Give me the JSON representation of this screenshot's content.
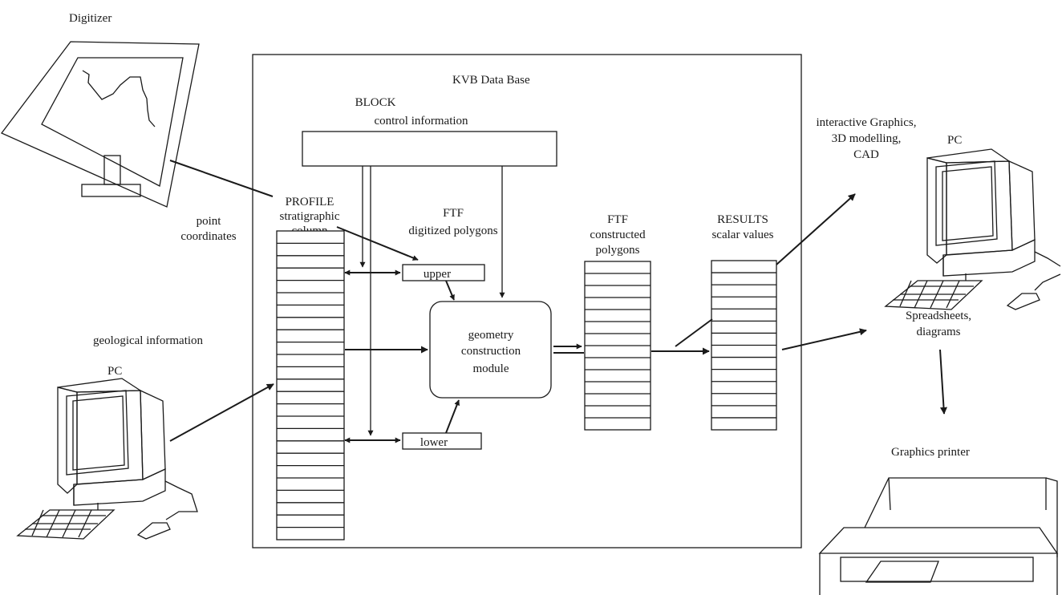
{
  "labels": {
    "digitizer": "Digitizer",
    "kvb": "KVB Data Base",
    "block_title": "BLOCK",
    "block_sub": "control information",
    "profile_title": "PROFILE",
    "profile_sub1": "stratigraphic",
    "profile_sub2": "column",
    "point1": "point",
    "point2": "coordinates",
    "ftf1_title": "FTF",
    "ftf1_sub": "digitized polygons",
    "upper": "upper",
    "lower": "lower",
    "module1": "geometry",
    "module2": "construction",
    "module3": "module",
    "ftf2_title": "FTF",
    "ftf2_sub1": "constructed",
    "ftf2_sub2": "polygons",
    "results_title": "RESULTS",
    "results_sub": "scalar values",
    "geo_info": "geological information",
    "pc_left": "PC",
    "ig1": "interactive Graphics,",
    "ig2": "3D modelling,",
    "ig3": "CAD",
    "pc_right": "PC",
    "ss1": "Spreadsheets,",
    "ss2": "diagrams",
    "printer": "Graphics printer"
  },
  "colors": {
    "ink": "#1a1a1a",
    "background": "#ffffff"
  }
}
